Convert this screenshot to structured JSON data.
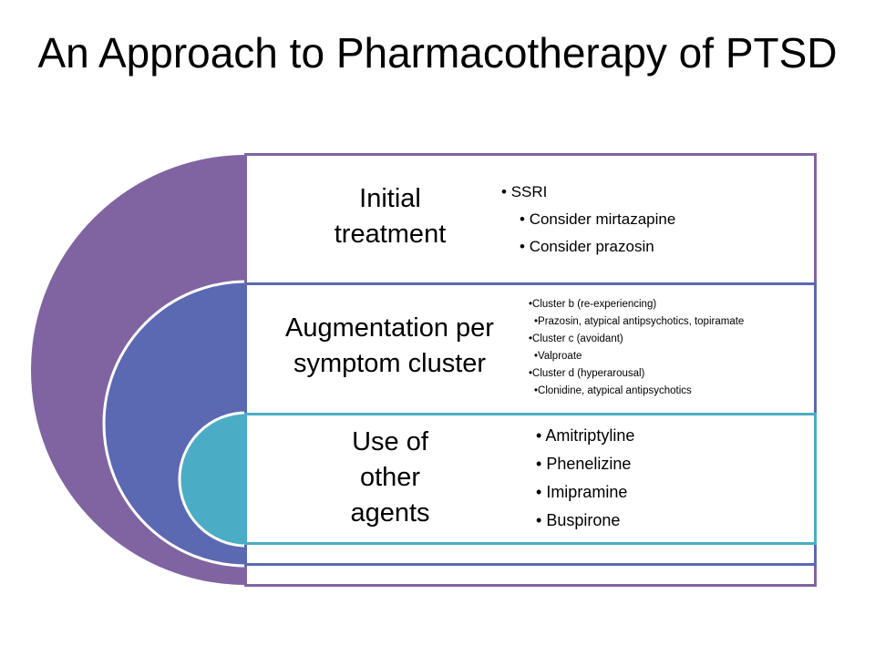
{
  "title": "An Approach to Pharmacotherapy of PTSD",
  "colors": {
    "outer": "#8064a2",
    "middle": "#5b69b3",
    "inner": "#4bacc6"
  },
  "stages": [
    {
      "label_lines": [
        "Initial",
        "treatment"
      ],
      "items": [
        {
          "text": "SSRI",
          "level": 1
        },
        {
          "text": "Consider mirtazapine",
          "level": 2
        },
        {
          "text": "Consider prazosin",
          "level": 2
        }
      ]
    },
    {
      "label_lines": [
        "Augmentation per",
        "symptom cluster"
      ],
      "items": [
        {
          "text": "Cluster b (re-experiencing)",
          "level": 1
        },
        {
          "text": "Prazosin, atypical antipsychotics, topiramate",
          "level": 2
        },
        {
          "text": "Cluster c (avoidant)",
          "level": 1
        },
        {
          "text": "Valproate",
          "level": 2
        },
        {
          "text": "Cluster d (hyperarousal)",
          "level": 1
        },
        {
          "text": "Clonidine, atypical antipsychotics",
          "level": 2
        }
      ]
    },
    {
      "label_lines": [
        "Use of",
        "other",
        "agents"
      ],
      "items": [
        {
          "text": "Amitriptyline",
          "level": 1
        },
        {
          "text": "Phenelizine",
          "level": 1
        },
        {
          "text": "Imipramine",
          "level": 1
        },
        {
          "text": "Buspirone",
          "level": 1
        }
      ]
    }
  ]
}
